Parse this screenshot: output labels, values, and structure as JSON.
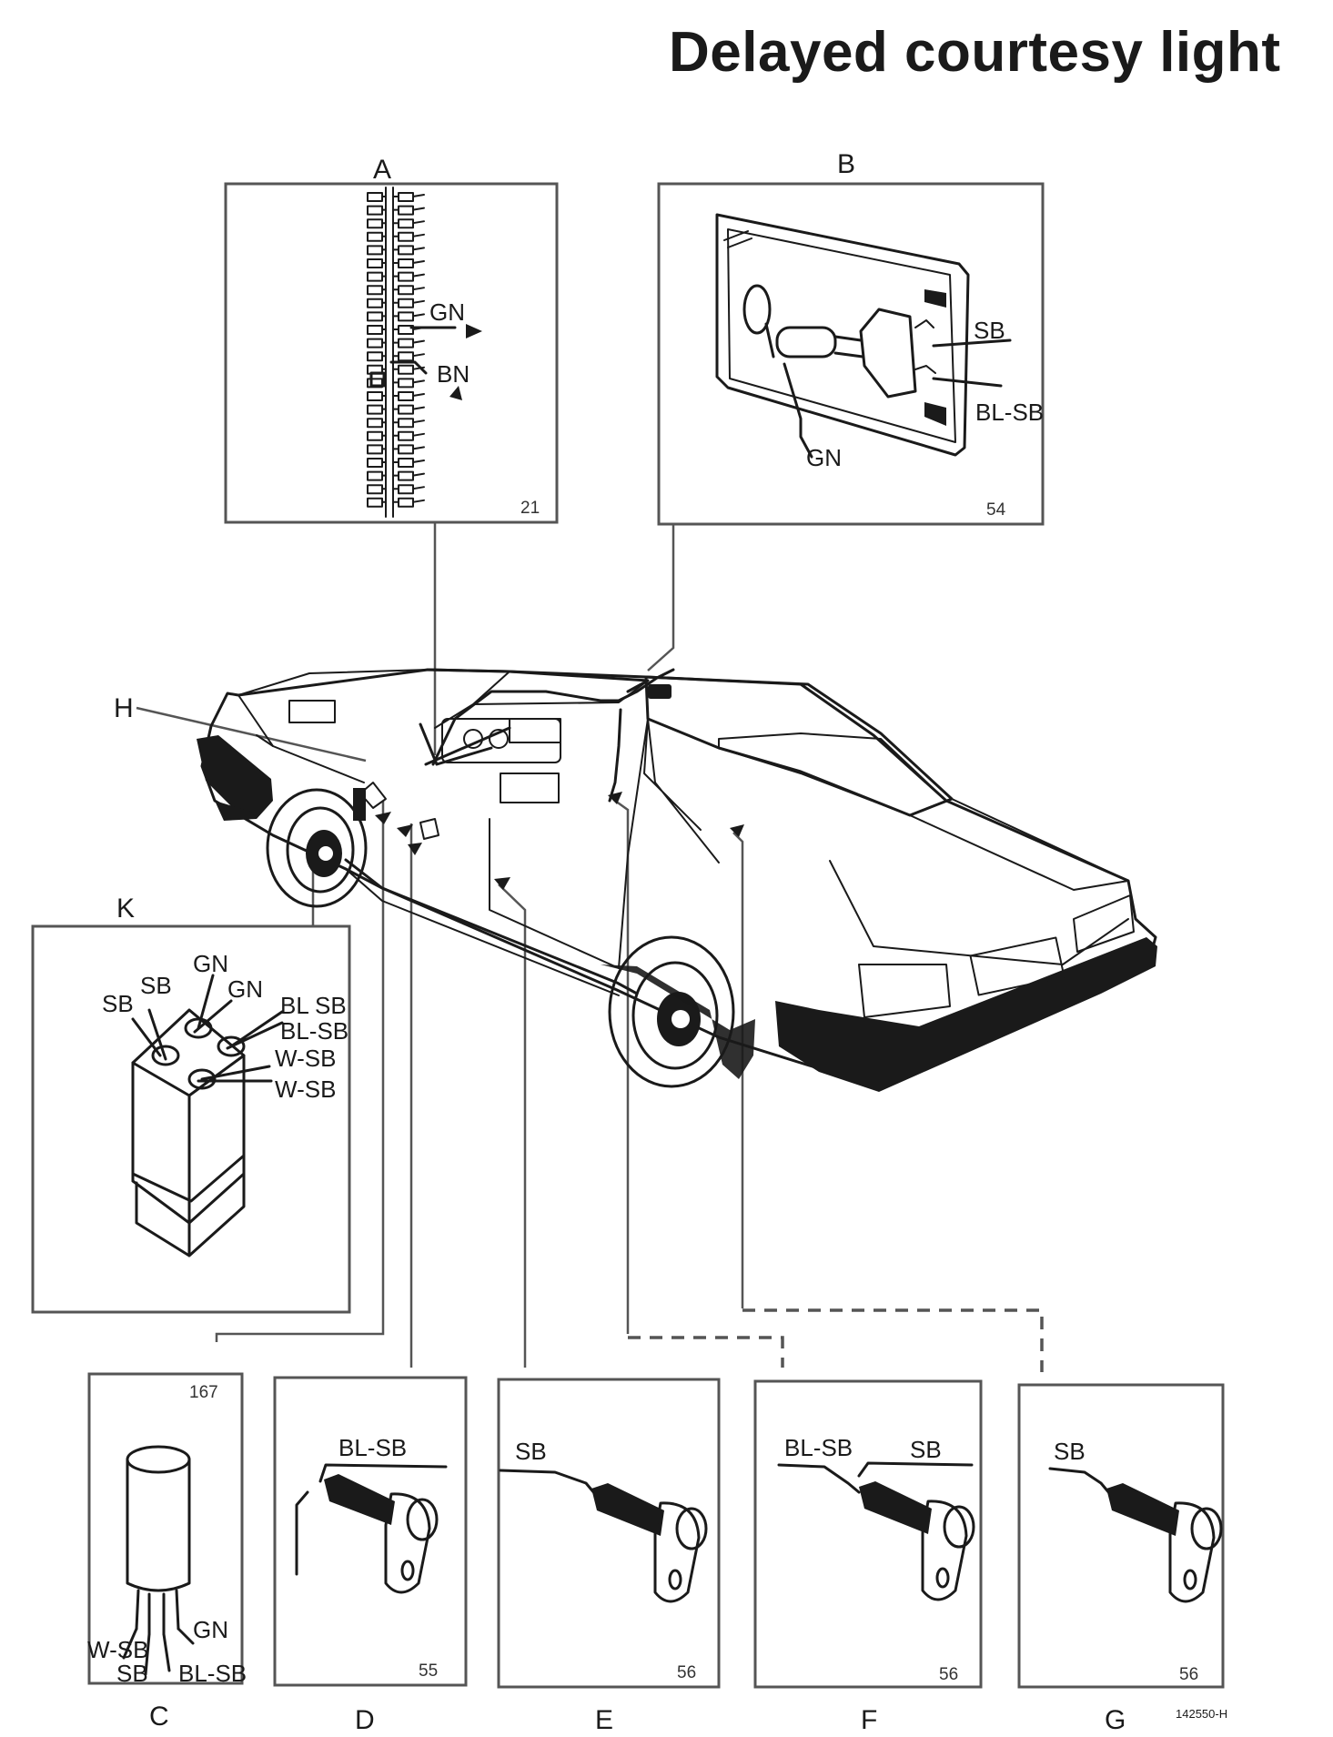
{
  "title": "Delayed courtesy light",
  "figure_code": "142550-H",
  "car_callout": "H",
  "panels": {
    "A": {
      "letter": "A",
      "ref": "21",
      "wires": [
        "GN",
        "BN"
      ]
    },
    "B": {
      "letter": "B",
      "ref": "54",
      "wires": [
        "SB",
        "BL-SB",
        "GN"
      ]
    },
    "K": {
      "letter": "K",
      "wires": [
        "SB",
        "SB",
        "GN",
        "GN",
        "BL SB",
        "BL-SB",
        "W-SB",
        "W-SB"
      ]
    },
    "C": {
      "letter": "C",
      "ref": "167",
      "wires": [
        "W-SB",
        "SB",
        "BL-SB",
        "GN"
      ]
    },
    "D": {
      "letter": "D",
      "ref": "55",
      "wires": [
        "BL-SB"
      ]
    },
    "E": {
      "letter": "E",
      "ref": "56",
      "wires": [
        "SB"
      ]
    },
    "F": {
      "letter": "F",
      "ref": "56",
      "wires": [
        "BL-SB",
        "SB"
      ]
    },
    "G": {
      "letter": "G",
      "ref": "56",
      "wires": [
        "SB"
      ]
    }
  }
}
